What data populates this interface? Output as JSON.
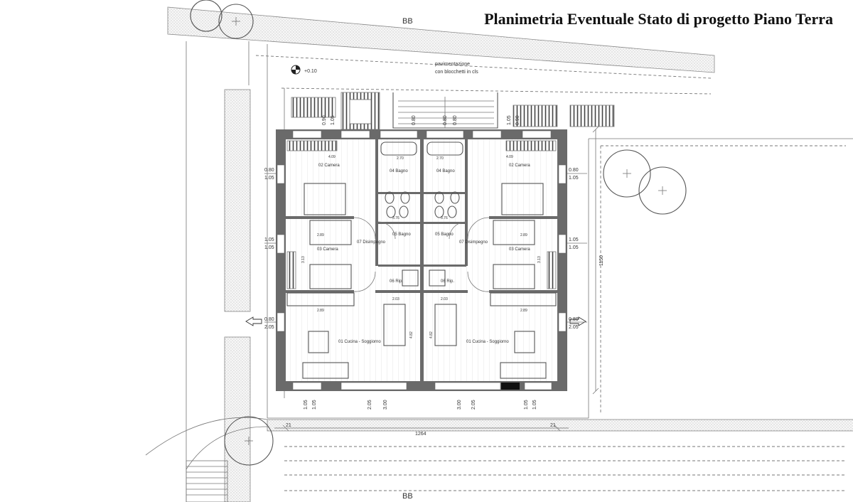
{
  "title": "Planimetria Eventuale Stato di progetto Piano Terra",
  "section_top": "BB",
  "section_bottom": "BB",
  "level": "+0.10",
  "paving_line1": "pavimentazione",
  "paving_line2": "con blocchetti in cls",
  "total_width": "1264",
  "depth": "1150",
  "rooms": {
    "camera_02": "02 Camera",
    "bagno_04": "04 Bagno",
    "bagno_05": "05 Bagno",
    "disimpegno_07": "07 Disimpegno",
    "camera_03": "03 Camera",
    "rip_06": "06 Rip.",
    "cucina": "01 Cucina - Soggiorno"
  },
  "dims": {
    "d090": "0.90",
    "d105": "1.05",
    "d080": "0.80",
    "d205": "2.05",
    "d300": "3.00",
    "d21": "21",
    "d409": "4.09",
    "d289": "2.89",
    "d376": "3.76",
    "d203": "2.03",
    "d270": "2.70",
    "d313": "3.13",
    "d482": "4.82"
  }
}
